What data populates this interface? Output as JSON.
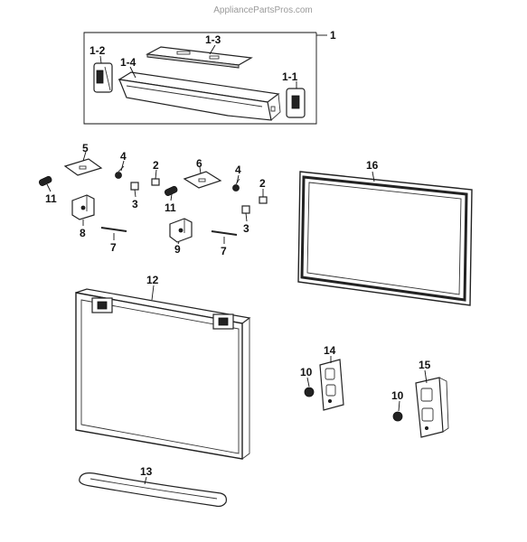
{
  "watermark": "AppliancePartsPros.com",
  "labels": {
    "l1": "1",
    "l1_1": "1-1",
    "l1_2": "1-2",
    "l1_3": "1-3",
    "l1_4": "1-4",
    "l2a": "2",
    "l2b": "2",
    "l3a": "3",
    "l3b": "3",
    "l4a": "4",
    "l4b": "4",
    "l5": "5",
    "l6": "6",
    "l7a": "7",
    "l7b": "7",
    "l8": "8",
    "l9": "9",
    "l10a": "10",
    "l10b": "10",
    "l11a": "11",
    "l11b": "11",
    "l12": "12",
    "l13": "13",
    "l14": "14",
    "l15": "15",
    "l16": "16"
  }
}
